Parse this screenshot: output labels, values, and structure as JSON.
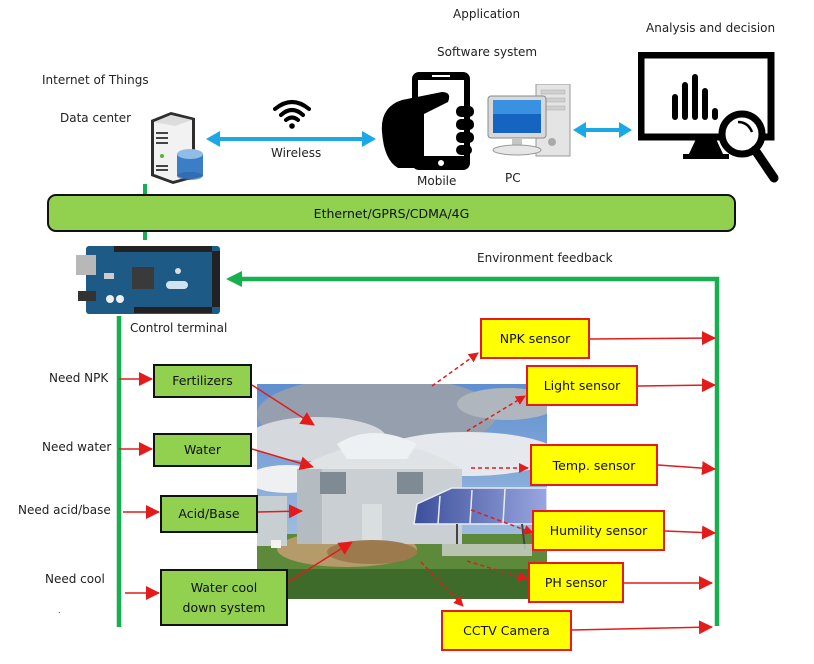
{
  "top": {
    "application": "Application",
    "software_system": "Software system",
    "analysis": "Analysis and decision",
    "iot": "Internet of Things",
    "data_center": "Data center",
    "wireless": "Wireless",
    "mobile": "Mobile",
    "pc": "PC"
  },
  "network_bar": {
    "label": "Ethernet/GPRS/CDMA/4G"
  },
  "control": {
    "terminal_label": "Control terminal",
    "feedback_label": "Environment feedback"
  },
  "needs": [
    {
      "label": "Need NPK",
      "actuator": "Fertilizers"
    },
    {
      "label": "Need water",
      "actuator": "Water"
    },
    {
      "label": "Need acid/base",
      "actuator": "Acid/Base"
    },
    {
      "label": "Need cool",
      "actuator_line1": "Water cool",
      "actuator_line2": "down system"
    }
  ],
  "sensors": [
    {
      "label": "NPK sensor"
    },
    {
      "label": "Light sensor"
    },
    {
      "label": "Temp. sensor"
    },
    {
      "label": "Humility sensor"
    },
    {
      "label": "PH sensor"
    },
    {
      "label": "CCTV Camera"
    }
  ],
  "icons": {
    "server": "server-database-icon",
    "wifi": "wifi-icon",
    "mobile": "hand-phone-icon",
    "pc": "desktop-pc-icon",
    "analysis": "monitor-chart-magnifier-icon",
    "board": "arduino-board-icon",
    "photo": "greenhouse-photo"
  },
  "colors": {
    "network_green": "#92d050",
    "line_green": "#16b04f",
    "wireless_blue": "#1ba9e6",
    "sensor_yellow": "#ffff00",
    "arrow_red": "#e31b1b"
  }
}
